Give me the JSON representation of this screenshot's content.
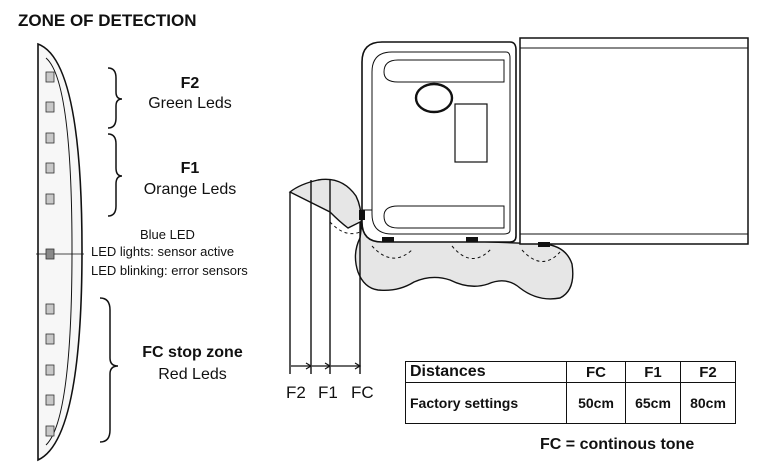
{
  "title": "ZONE OF DETECTION",
  "zones": {
    "f2": {
      "name": "F2",
      "leds": "Green Leds"
    },
    "f1": {
      "name": "F1",
      "leds": "Orange Leds"
    },
    "fc": {
      "name": "FC stop zone",
      "leds": "Red Leds"
    }
  },
  "blue_led": {
    "title": "Blue LED",
    "line1": "LED lights: sensor active",
    "line2": "LED blinking: error sensors"
  },
  "distance_labels": {
    "f2": "F2",
    "f1": "F1",
    "fc": "FC"
  },
  "table": {
    "header": [
      "Distances",
      "FC",
      "F1",
      "F2"
    ],
    "row_label": "Factory settings",
    "values": [
      "50cm",
      "65cm",
      "80cm"
    ]
  },
  "footnote": "FC = continous tone",
  "colors": {
    "zone_fill": "#e6e6e6",
    "led": "#c8c8c8",
    "blue_led": "#8a8a8a"
  }
}
